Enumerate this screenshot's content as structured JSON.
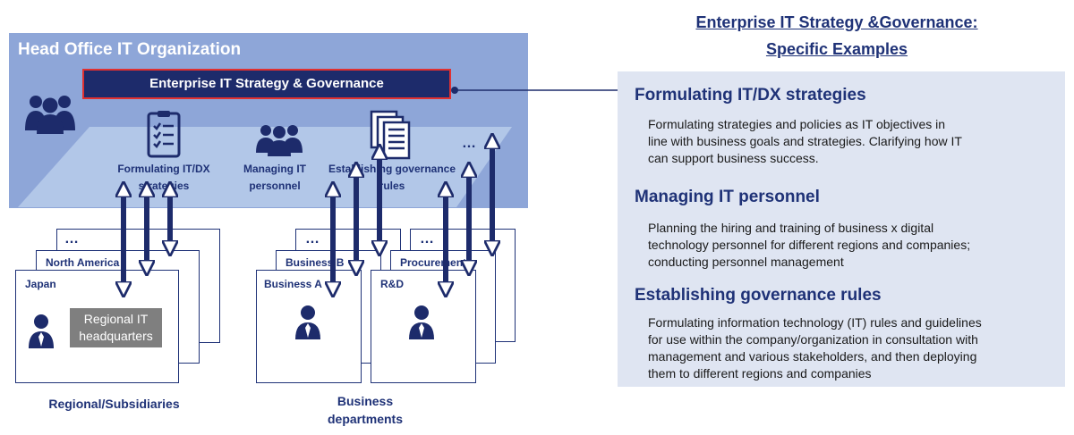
{
  "diagram": {
    "head_office_title": "Head Office IT Organization",
    "banner": "Enterprise IT Strategy & Governance",
    "functions": {
      "dx": [
        "Formulating IT/DX",
        "strategies"
      ],
      "personnel": [
        "Managing IT",
        "personnel"
      ],
      "governance": [
        "Establishing governance",
        "rules"
      ],
      "more": "…"
    },
    "regional": {
      "back_card": "…",
      "middle_card": "North America",
      "front_card": "Japan",
      "unit": [
        "Regional IT",
        "headquarters"
      ],
      "caption": "Regional/Subsidiaries"
    },
    "business": {
      "back_card": "…",
      "middle_card": "Business B",
      "front_card": "Business A",
      "caption": [
        "Business",
        "departments"
      ]
    },
    "functional": {
      "back_card": "…",
      "middle_card": "Procurement",
      "front_card": "R&D"
    }
  },
  "right_panel": {
    "title": [
      "Enterprise IT Strategy &Governance:",
      "Specific Examples"
    ],
    "sections": [
      {
        "heading": "Formulating IT/DX strategies",
        "lines": [
          "Formulating strategies and policies as IT objectives in",
          "line with business goals and strategies. Clarifying how IT",
          "can support business success."
        ]
      },
      {
        "heading": "Managing IT personnel",
        "lines": [
          "Planning the hiring and training of business x digital",
          "technology personnel for different regions and companies;",
          "conducting personnel management"
        ]
      },
      {
        "heading": "Establishing governance rules",
        "lines": [
          "Formulating information technology (IT) rules and guidelines",
          "for use within the company/organization in consultation with",
          "management and various stakeholders, and then deploying",
          "them to different regions and companies"
        ]
      }
    ]
  },
  "colors": {
    "navy": "#1d2b6b",
    "text_blue": "#1f3277",
    "head_office_bg": "#8ea6d8",
    "plane": "#b8cdeb",
    "panel": "#dfe5f2",
    "banner_border": "#e03131"
  }
}
